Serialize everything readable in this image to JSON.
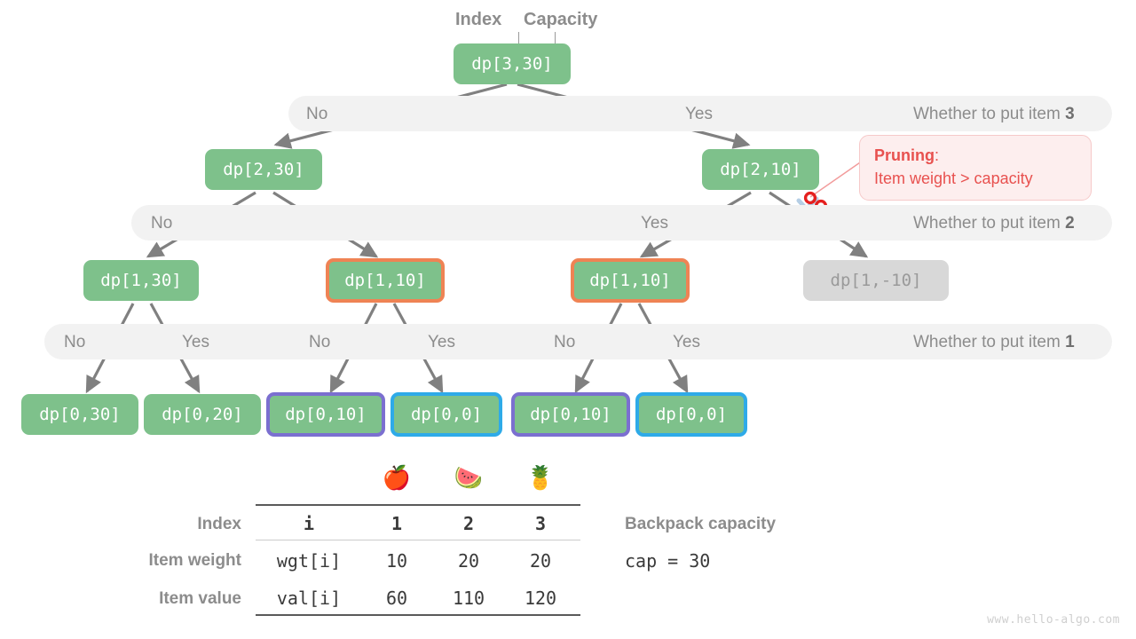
{
  "diagram": {
    "title_labels": {
      "index": "Index",
      "capacity": "Capacity"
    },
    "watermark": "www.hello-algo.com"
  },
  "tree": {
    "levels": [
      {
        "nodes": [
          {
            "label": "dp[3,30]",
            "style": "plain"
          }
        ]
      },
      {
        "nodes": [
          {
            "label": "dp[2,30]",
            "style": "plain"
          },
          {
            "label": "dp[2,10]",
            "style": "plain"
          }
        ]
      },
      {
        "nodes": [
          {
            "label": "dp[1,30]",
            "style": "plain"
          },
          {
            "label": "dp[1,10]",
            "style": "orange"
          },
          {
            "label": "dp[1,10]",
            "style": "orange"
          },
          {
            "label": "dp[1,-10]",
            "style": "muted"
          }
        ]
      },
      {
        "nodes": [
          {
            "label": "dp[0,30]",
            "style": "plain"
          },
          {
            "label": "dp[0,20]",
            "style": "plain"
          },
          {
            "label": "dp[0,10]",
            "style": "purple"
          },
          {
            "label": "dp[0,0]",
            "style": "blue"
          },
          {
            "label": "dp[0,10]",
            "style": "purple"
          },
          {
            "label": "dp[0,0]",
            "style": "blue"
          }
        ]
      }
    ]
  },
  "bands": [
    {
      "right_label_prefix": "Whether to put item ",
      "right_label_item": "3",
      "choices": [
        "No",
        "Yes"
      ]
    },
    {
      "right_label_prefix": "Whether to put item ",
      "right_label_item": "2",
      "choices": [
        "No",
        "Yes"
      ]
    },
    {
      "right_label_prefix": "Whether to put item ",
      "right_label_item": "1",
      "choices": [
        "No",
        "Yes",
        "No",
        "Yes",
        "No",
        "Yes"
      ]
    }
  ],
  "pruning": {
    "heading": "Pruning",
    "heading_suffix": ":",
    "detail": "Item weight > capacity",
    "icon": "scissors-icon"
  },
  "table": {
    "row_labels": [
      "Index",
      "Item weight",
      "Item value"
    ],
    "name_column": [
      "i",
      "wgt[i]",
      "val[i]"
    ],
    "emoji_headers": [
      "apple-icon",
      "watermelon-icon",
      "pineapple-icon"
    ],
    "emoji_glyphs": [
      "🍎",
      "🍉",
      "🍍"
    ],
    "columns": [
      "1",
      "2",
      "3"
    ],
    "weights": [
      "10",
      "20",
      "20"
    ],
    "values": [
      "60",
      "110",
      "120"
    ]
  },
  "capacity": {
    "title": "Backpack capacity",
    "value": "cap = 30"
  },
  "colors": {
    "node_green": "#7ec18b",
    "band_gray": "#f2f2f2",
    "orange": "#ef8354",
    "purple": "#7b6fd0",
    "blue": "#2eaae8",
    "muted_gray": "#d8d8d8",
    "prune_red": "#e8514f",
    "prune_bg": "#fdeeee",
    "arrow_gray": "#808080",
    "text_gray": "#8c8c8c"
  }
}
